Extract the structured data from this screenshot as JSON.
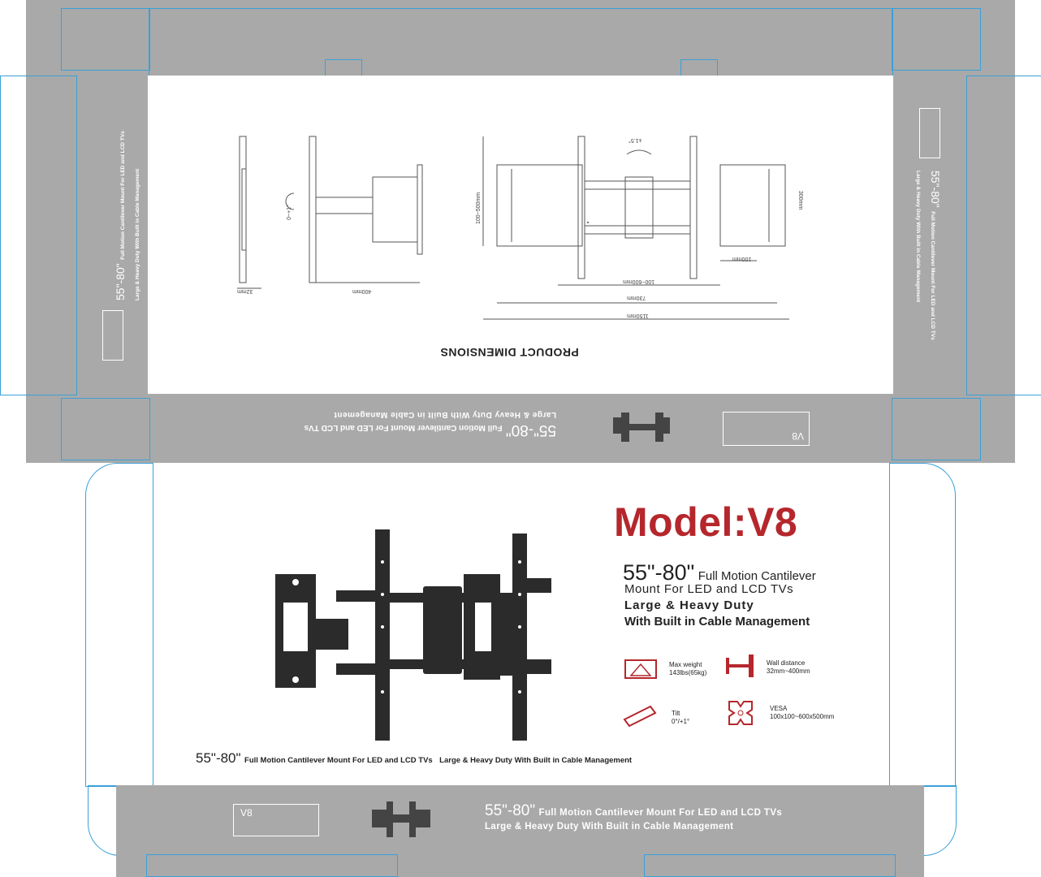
{
  "top_section": {
    "heading": "PRODUCT DIMENSIONS",
    "dims": {
      "thickness": "32mm",
      "extension": "400mm",
      "tilt": "0~+1°",
      "height_range": "100~500mm",
      "width_range": "100~600mm",
      "inner_width": "730mm",
      "total_width": "1150mm",
      "plate_height": "300mm",
      "plate_width": "100mm",
      "tilt_angle": "±1.5°"
    },
    "flap_size": "55\"-80\"",
    "flap_line1": "Full Motion Cantilever Mount For LED and LCD TVs",
    "flap_line2": "Large & Heavy Duty With Built in Cable Management",
    "flap_model": "V8"
  },
  "main_panel": {
    "model_title": "Model:V8",
    "size": "55\"-80\"",
    "subtitle_a": "Full Motion Cantilever",
    "subtitle_b": "Mount For LED and LCD TVs",
    "subtitle_c": "Large & Heavy Duty",
    "subtitle_d": "With Built in Cable Management",
    "specs": [
      {
        "icon": "max-weight-icon",
        "label": "Max weight",
        "value": "143lbs(65kg)"
      },
      {
        "icon": "wall-distance-icon",
        "label": "Wall distance",
        "value": "32mm~400mm"
      },
      {
        "icon": "tilt-icon",
        "label": "Tilt",
        "value": "0°/+1°"
      },
      {
        "icon": "vesa-icon",
        "label": "VESA",
        "value": "100x100~600x500mm"
      }
    ],
    "footer_size": "55\"-80\"",
    "footer_line1": "Full Motion Cantilever Mount For LED and LCD TVs",
    "footer_line2": "Large & Heavy Duty With Built in Cable Management"
  },
  "bottom_flap": {
    "model": "V8",
    "size": "55\"-80\"",
    "line1": "Full Motion Cantilever Mount For LED and LCD TVs",
    "line2": "Large & Heavy Duty With Built in Cable Management"
  },
  "colors": {
    "accent": "#b5272c",
    "panel_grey": "#a9a9a9",
    "die_line": "#2a8fd0"
  }
}
